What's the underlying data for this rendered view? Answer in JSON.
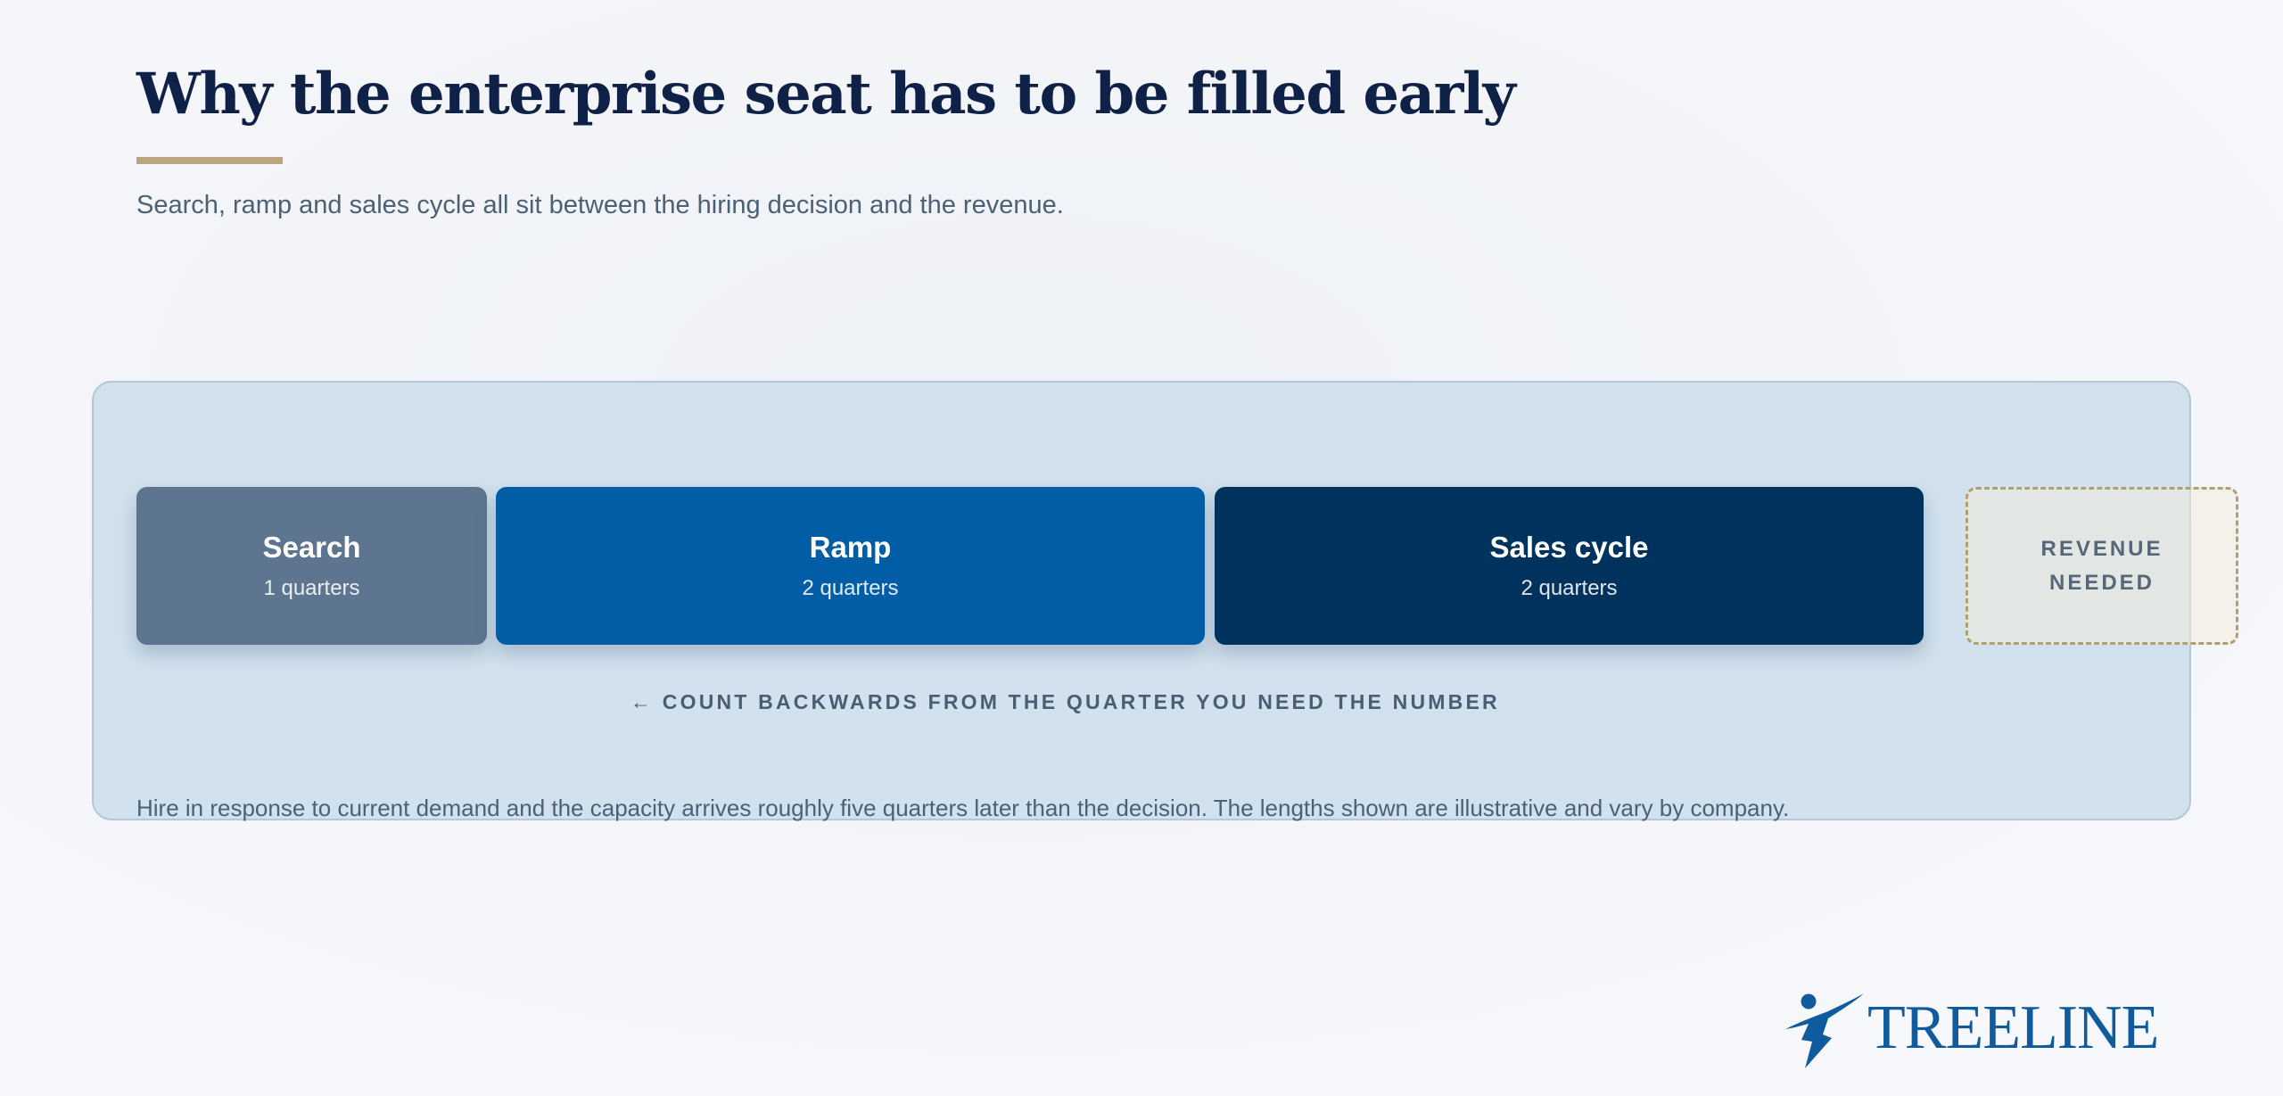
{
  "header": {
    "title": "Why the enterprise seat has to be filled early",
    "subtitle": "Search, ramp and sales cycle all sit between the hiring decision and the revenue."
  },
  "timeline": {
    "stages": [
      {
        "label": "Search",
        "duration": "1 quarters",
        "quarters": 1
      },
      {
        "label": "Ramp",
        "duration": "2 quarters",
        "quarters": 2
      },
      {
        "label": "Sales cycle",
        "duration": "2 quarters",
        "quarters": 2
      }
    ],
    "target": "REVENUE NEEDED",
    "direction_caption": "← COUNT BACKWARDS FROM THE QUARTER YOU NEED THE NUMBER",
    "footnote": "Hire in response to current demand and the capacity arrives roughly five quarters later than the decision. The lengths shown are illustrative and vary by company."
  },
  "brand": {
    "name": "TREELINE",
    "logo_icon": "leaping-figure-icon"
  },
  "colors": {
    "title": "#0f2147",
    "accent": "#b9a57e",
    "search": "#5e7590",
    "ramp": "#015ea6",
    "sales_cycle": "#00325e",
    "panel": "#d1e1ed",
    "brand": "#0f5b9e"
  }
}
